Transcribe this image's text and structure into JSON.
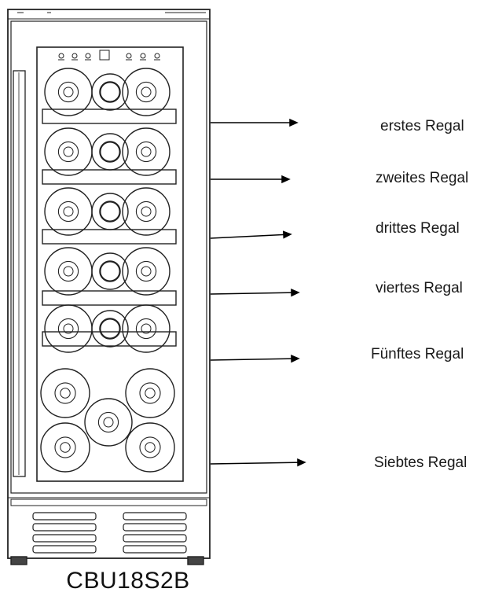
{
  "model": "CBU18S2B",
  "shelves": [
    {
      "label": "erstes Regal"
    },
    {
      "label": "zweites Regal"
    },
    {
      "label": "drittes Regal"
    },
    {
      "label": "viertes Regal"
    },
    {
      "label": "Fünftes Regal"
    },
    {
      "label": "Siebtes Regal"
    }
  ]
}
